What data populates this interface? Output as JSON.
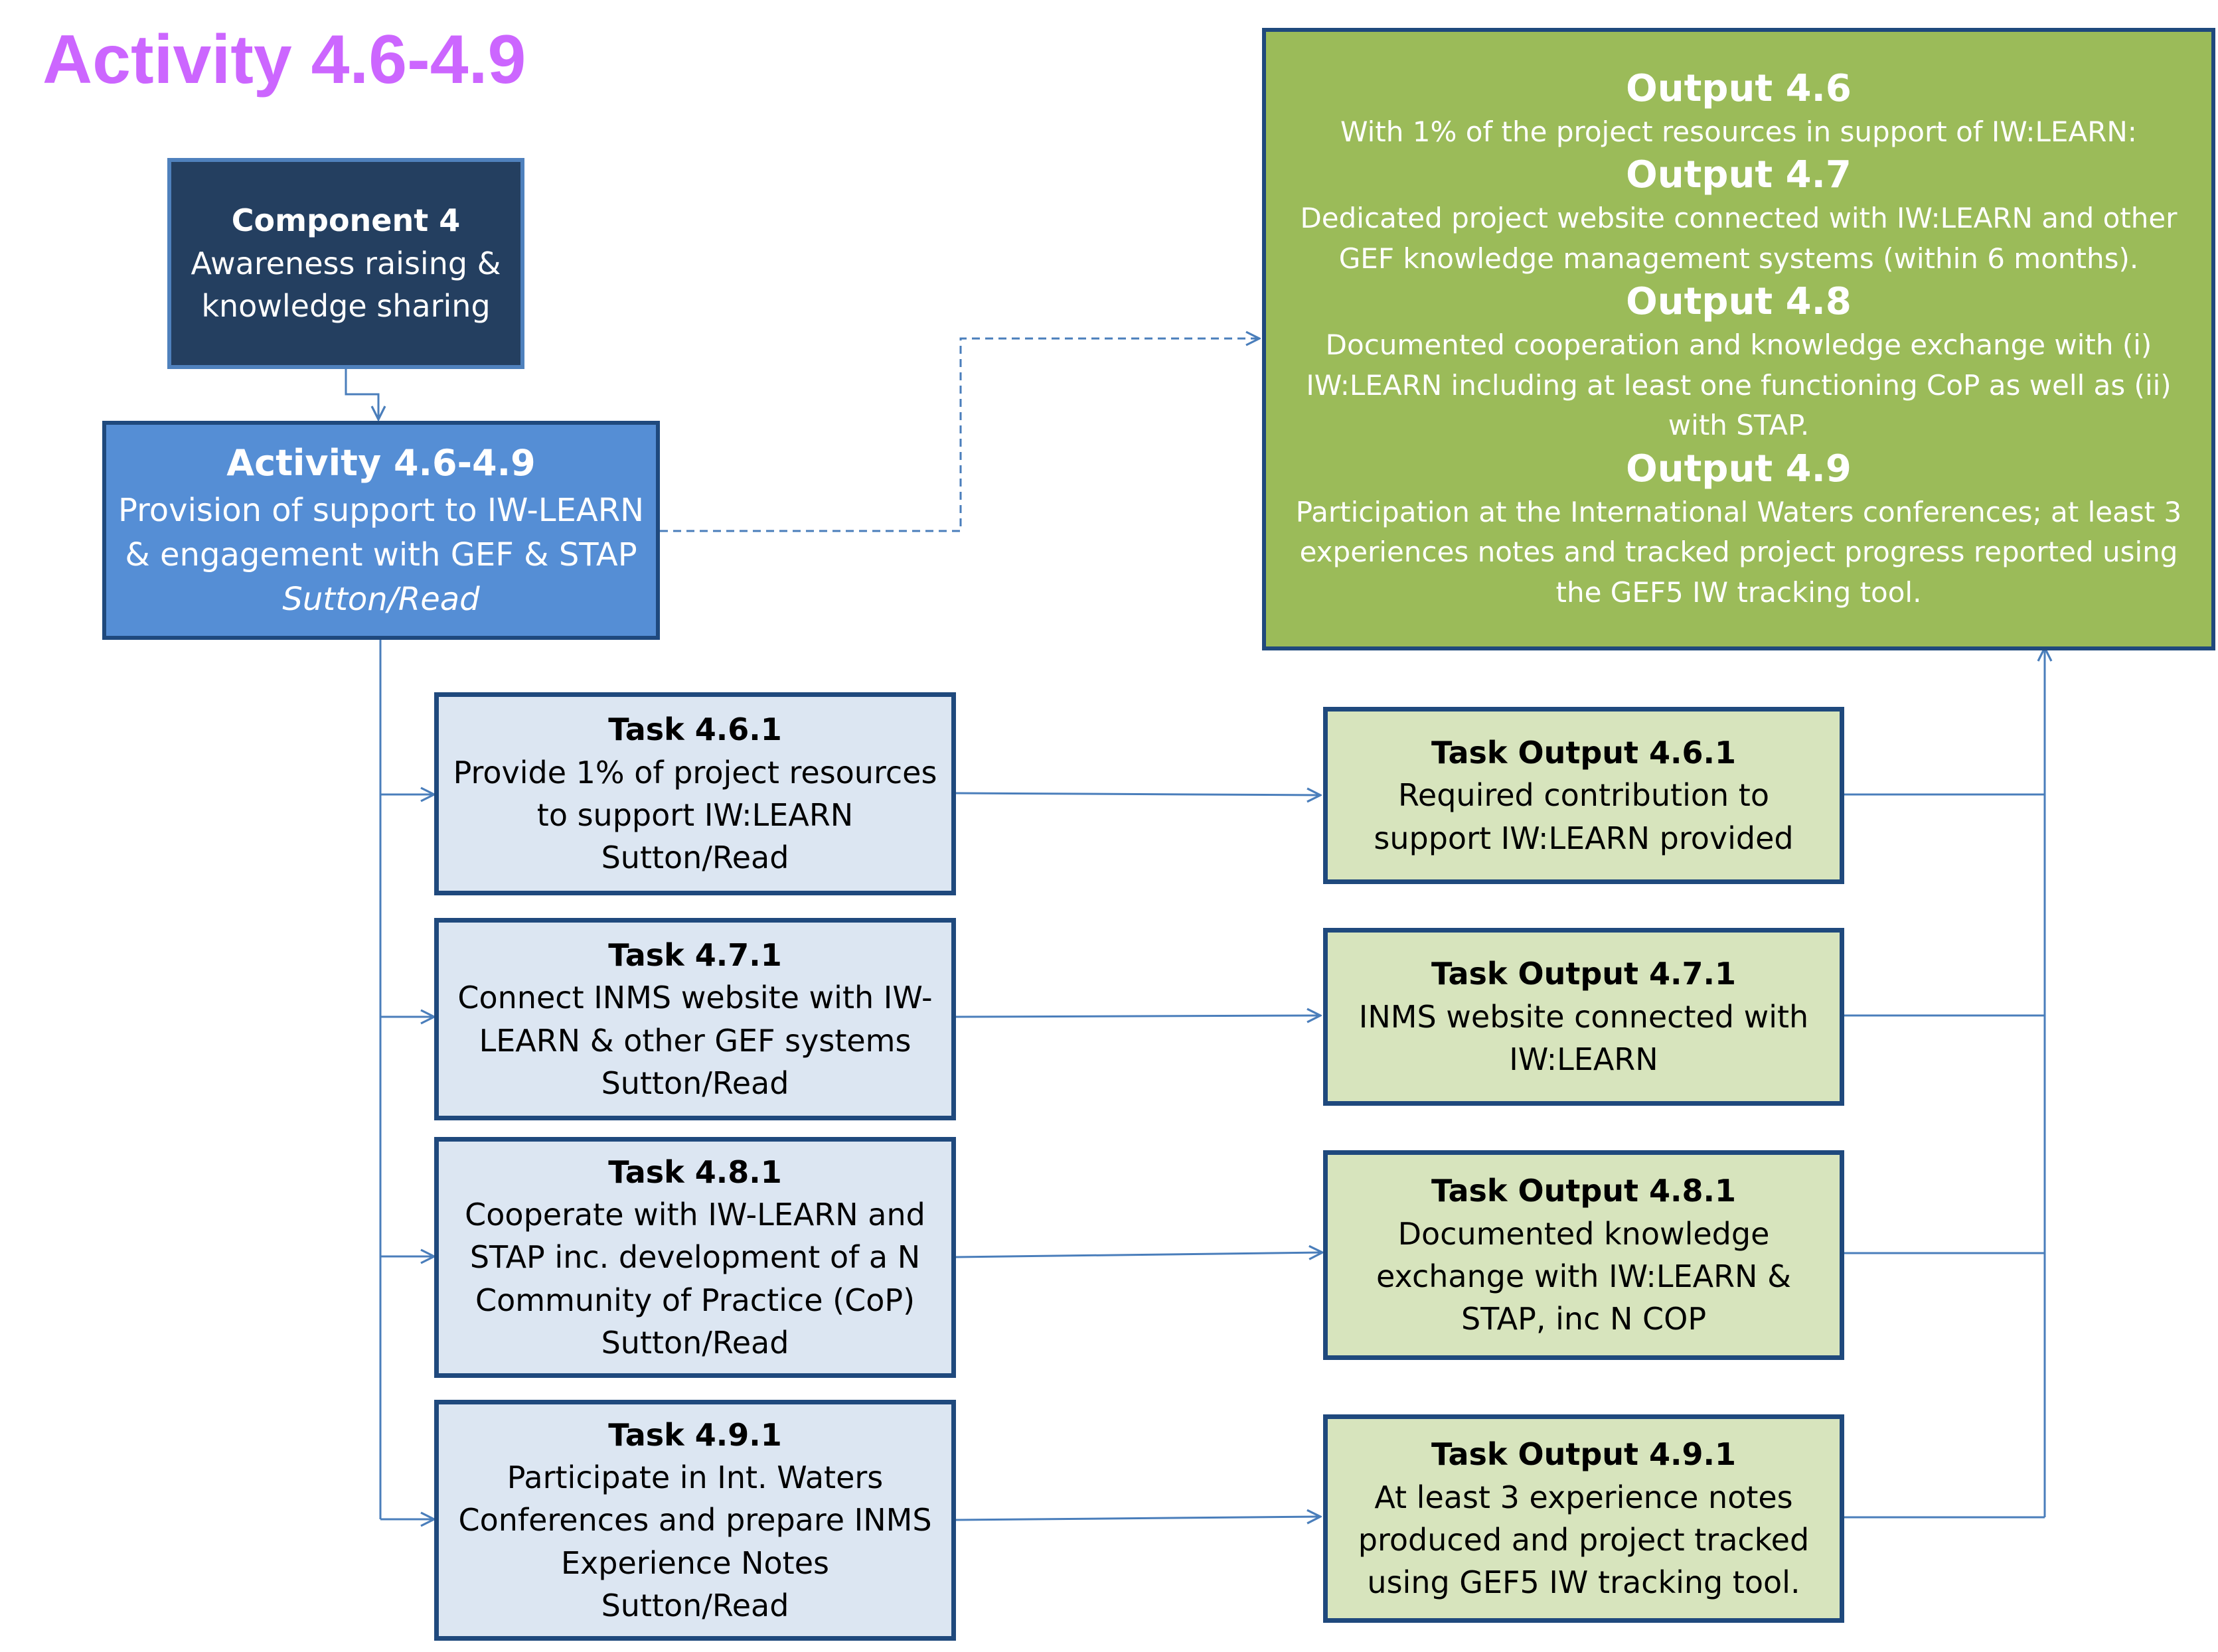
{
  "title": "Activity 4.6-4.9",
  "component": {
    "heading": "Component 4",
    "lines": [
      "Awareness raising &",
      "knowledge sharing"
    ]
  },
  "activity": {
    "heading": "Activity 4.6-4.9",
    "lines": [
      "Provision of support to IW-LEARN",
      "& engagement with GEF & STAP"
    ],
    "lead": "Sutton/Read"
  },
  "outputs": [
    {
      "heading": "Output 4.6",
      "text": "With 1% of the project resources in support of IW:LEARN:"
    },
    {
      "heading": "Output 4.7",
      "text": "Dedicated project website connected with IW:LEARN and other GEF knowledge management systems (within 6 months)."
    },
    {
      "heading": "Output 4.8",
      "text": "Documented cooperation and knowledge exchange with (i) IW:LEARN  including at least one functioning CoP  as well as (ii) with STAP."
    },
    {
      "heading": "Output 4.9",
      "text": "Participation at the International Waters conferences; at least 3 experiences notes and tracked project progress reported using the GEF5 IW tracking tool."
    }
  ],
  "tasks": [
    {
      "heading": "Task 4.6.1",
      "lines": [
        "Provide 1% of project resources",
        "to support IW:LEARN"
      ],
      "lead": "Sutton/Read"
    },
    {
      "heading": "Task 4.7.1",
      "lines": [
        "Connect INMS website with IW-",
        "LEARN & other GEF systems"
      ],
      "lead": "Sutton/Read"
    },
    {
      "heading": "Task 4.8.1",
      "lines": [
        "Cooperate with IW-LEARN and",
        "STAP inc. development of a N",
        "Community of Practice (CoP)"
      ],
      "lead": "Sutton/Read"
    },
    {
      "heading": "Task 4.9.1",
      "lines": [
        "Participate in Int. Waters",
        "Conferences and prepare INMS",
        "Experience Notes"
      ],
      "lead": "Sutton/Read"
    }
  ],
  "task_outputs": [
    {
      "heading": "Task Output 4.6.1",
      "lines": [
        "Required contribution to",
        "support IW:LEARN provided"
      ]
    },
    {
      "heading": "Task Output 4.7.1",
      "lines": [
        "INMS website connected with",
        "IW:LEARN"
      ]
    },
    {
      "heading": "Task Output 4.8.1",
      "lines": [
        "Documented knowledge",
        "exchange with IW:LEARN &",
        "STAP, inc N COP"
      ]
    },
    {
      "heading": "Task Output 4.9.1",
      "lines": [
        "At least 3 experience notes",
        "produced and project tracked",
        "using GEF5 IW tracking tool."
      ]
    }
  ],
  "colors": {
    "title": "#cc66ff",
    "component_fill": "#243f60",
    "activity_fill": "#558ed5",
    "output_fill": "#9bbb59",
    "task_fill": "#dce6f2",
    "task_output_fill": "#d7e4bd",
    "border": "#1f497d",
    "connector": "#4a7ebb"
  }
}
